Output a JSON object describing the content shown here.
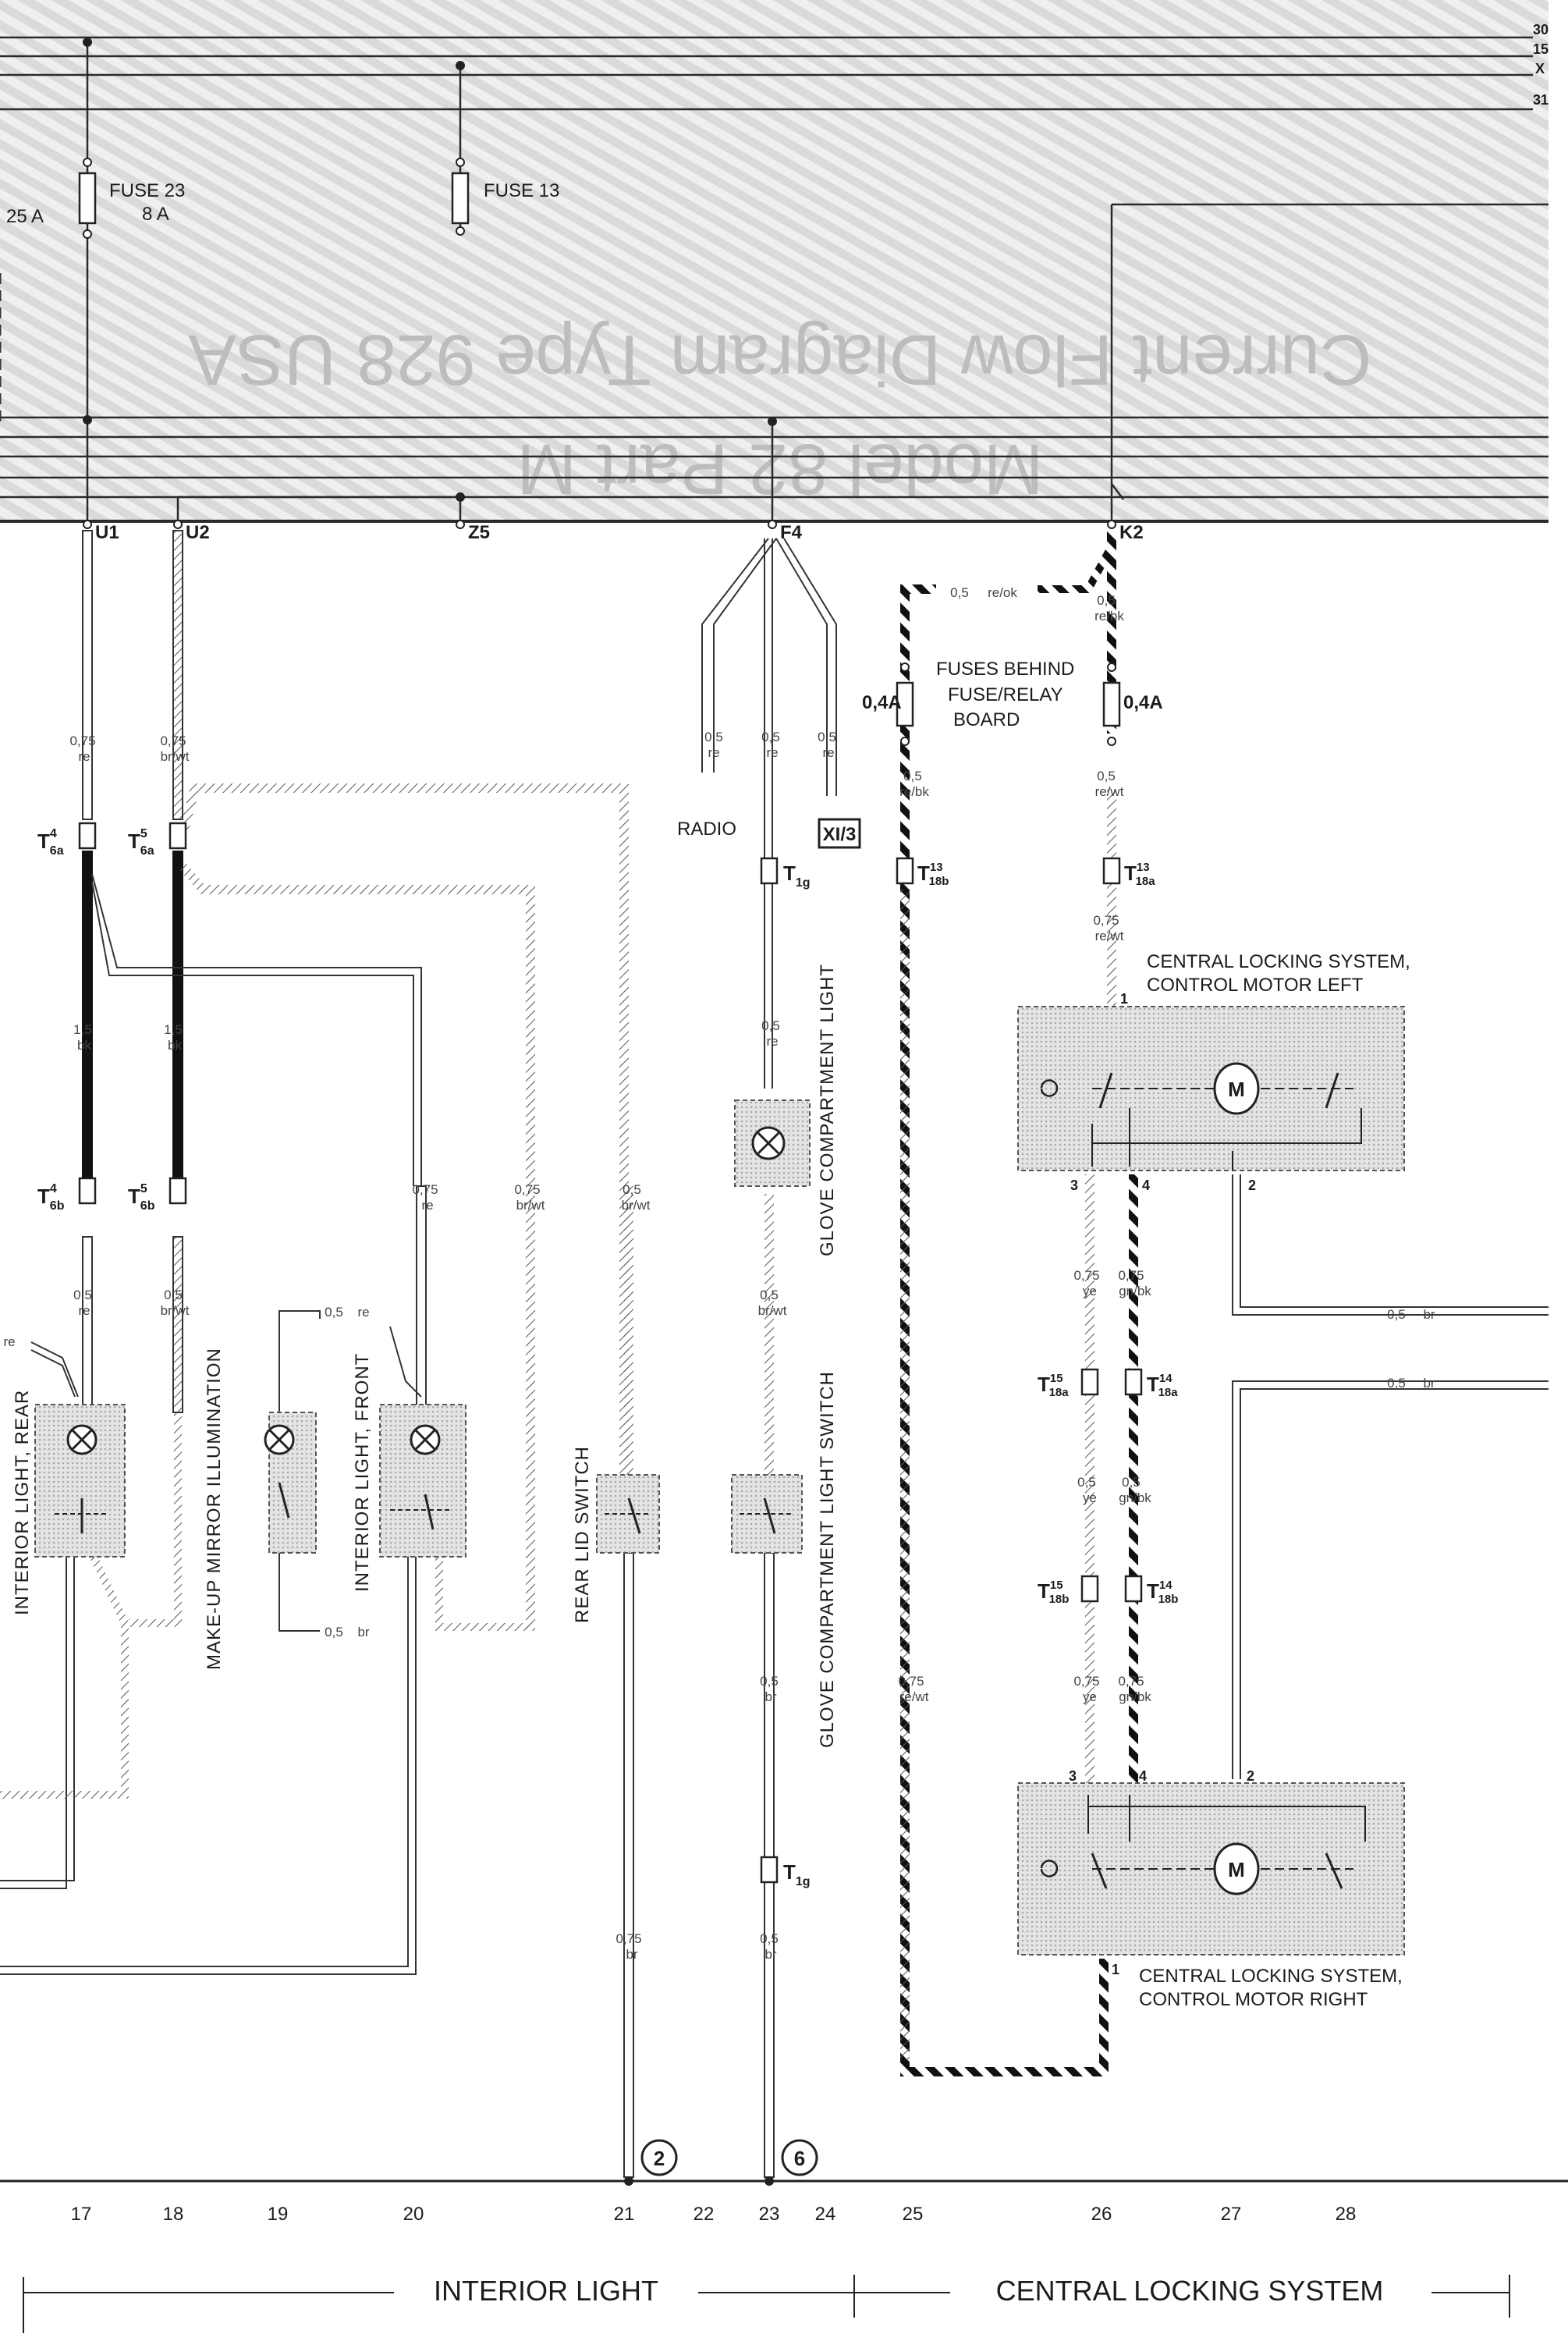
{
  "header": {
    "watermark_line1": "Current Flow Diagram Type 928 USA",
    "watermark_line2": "Model 82 Part M",
    "rail_labels": [
      "30",
      "15",
      "X",
      "31"
    ]
  },
  "fuses": {
    "fuse23_name": "FUSE 23",
    "fuse23_rating": "8 A",
    "fuse13_name": "FUSE 13",
    "left_partial_rating": "25 A",
    "small_left": "0,4A",
    "small_right": "0,4A",
    "behind_board_line1": "FUSES BEHIND",
    "behind_board_line2": "FUSE/RELAY",
    "behind_board_line3": "BOARD"
  },
  "terminals": {
    "u1": "U1",
    "u2": "U2",
    "z5": "Z5",
    "f4": "F4",
    "k2": "K2"
  },
  "connectors": {
    "t6a_17": {
      "base": "T",
      "sup": "4",
      "sub": "6a"
    },
    "t6a_18": {
      "base": "T",
      "sup": "5",
      "sub": "6a"
    },
    "t6b_17": {
      "base": "T",
      "sup": "4",
      "sub": "6b"
    },
    "t6b_18": {
      "base": "T",
      "sup": "5",
      "sub": "6b"
    },
    "t1g_top": {
      "base": "T",
      "sub": "1g"
    },
    "t1g_bot": {
      "base": "T",
      "sub": "1g"
    },
    "t18b_13": {
      "base": "T",
      "sup": "13",
      "sub": "18b"
    },
    "t18a_13": {
      "base": "T",
      "sup": "13",
      "sub": "18a"
    },
    "t18a_15": {
      "base": "T",
      "sup": "15",
      "sub": "18a"
    },
    "t18a_14": {
      "base": "T",
      "sup": "14",
      "sub": "18a"
    },
    "t18b_15": {
      "base": "T",
      "sup": "15",
      "sub": "18b"
    },
    "t18b_14": {
      "base": "T",
      "sup": "14",
      "sub": "18b"
    }
  },
  "wires": {
    "c17_top": {
      "size": "0,75",
      "color": "re"
    },
    "c18_top": {
      "size": "0,75",
      "color": "br/wt"
    },
    "c17_mid": {
      "size": "1,5",
      "color": "bk"
    },
    "c18_mid": {
      "size": "1,5",
      "color": "bk"
    },
    "c17_low": {
      "size": "0,5",
      "color": "re"
    },
    "c18_low": {
      "size": "0,5",
      "color": "br/wt"
    },
    "c20": {
      "size": "0,75",
      "color": "re"
    },
    "c20b": {
      "size": "0,75",
      "color": "br/wt"
    },
    "c21": {
      "size": "0,5",
      "color": "br/wt"
    },
    "c21_bot": {
      "size": "0,75",
      "color": "br"
    },
    "radio": {
      "size": "0,5",
      "color": "re"
    },
    "c23_top": {
      "size": "0,5",
      "color": "re"
    },
    "c24": {
      "size": "0,5",
      "color": "re"
    },
    "c23_a": {
      "size": "0,5",
      "color": "re"
    },
    "c23_b": {
      "size": "0,5",
      "color": "br/wt"
    },
    "c23_c": {
      "size": "0,5",
      "color": "br"
    },
    "c23_d": {
      "size": "0,5",
      "color": "br"
    },
    "c25_top": {
      "size": "0,5",
      "color": "re/ok"
    },
    "c26_top": {
      "size": "0,5",
      "color": "re/bk"
    },
    "c25_fuse": {
      "size": "0,5",
      "color": "re/bk"
    },
    "c26_fuse": {
      "size": "0,5",
      "color": "re/wt"
    },
    "c26_t18": {
      "size": "0,75",
      "color": "re/wt"
    },
    "c25_low": {
      "size": "0,75",
      "color": "re/wt"
    },
    "m_ye1": {
      "size": "0,75",
      "color": "ye"
    },
    "m_gn1": {
      "size": "0,75",
      "color": "gn/bk"
    },
    "m_ye2": {
      "size": "0,5",
      "color": "ye"
    },
    "m_gn2": {
      "size": "0,5",
      "color": "gn/bk"
    },
    "m_ye3": {
      "size": "0,75",
      "color": "ye"
    },
    "m_gn3": {
      "size": "0,75",
      "color": "gn/bk"
    },
    "br_out1": {
      "size": "0,5",
      "color": "br"
    },
    "br_out2": {
      "size": "0,5",
      "color": "br"
    },
    "c19_top": {
      "size": "0,5",
      "color": "re"
    },
    "c19_bot": {
      "size": "0,5",
      "color": "br"
    },
    "c17_edge": {
      "color": "re"
    }
  },
  "components": {
    "radio": "RADIO",
    "plug_xi3": "XI/3",
    "interior_light_rear": "INTERIOR LIGHT, REAR",
    "makeup_mirror": "MAKE-UP MIRROR ILLUMINATION",
    "interior_light_front": "INTERIOR LIGHT, FRONT",
    "rear_lid_switch": "REAR LID SWITCH",
    "glove_light": "GLOVE COMPARTMENT LIGHT",
    "glove_switch": "GLOVE COMPARTMENT LIGHT SWITCH",
    "motor_left_line1": "CENTRAL LOCKING SYSTEM,",
    "motor_left_line2": "CONTROL MOTOR LEFT",
    "motor_right_line1": "CENTRAL LOCKING SYSTEM,",
    "motor_right_line2": "CONTROL MOTOR  RIGHT",
    "motor_symbol": "M",
    "ground_2": "2",
    "ground_6": "6"
  },
  "motor_pins": {
    "left": [
      "1",
      "2",
      "3",
      "4"
    ],
    "right": [
      "1",
      "2",
      "3",
      "4"
    ]
  },
  "columns": [
    "17",
    "18",
    "19",
    "20",
    "21",
    "22",
    "23",
    "24",
    "25",
    "26",
    "27",
    "28"
  ],
  "sections": {
    "interior_light": "INTERIOR LIGHT",
    "central_locking": "CENTRAL LOCKING SYSTEM"
  }
}
